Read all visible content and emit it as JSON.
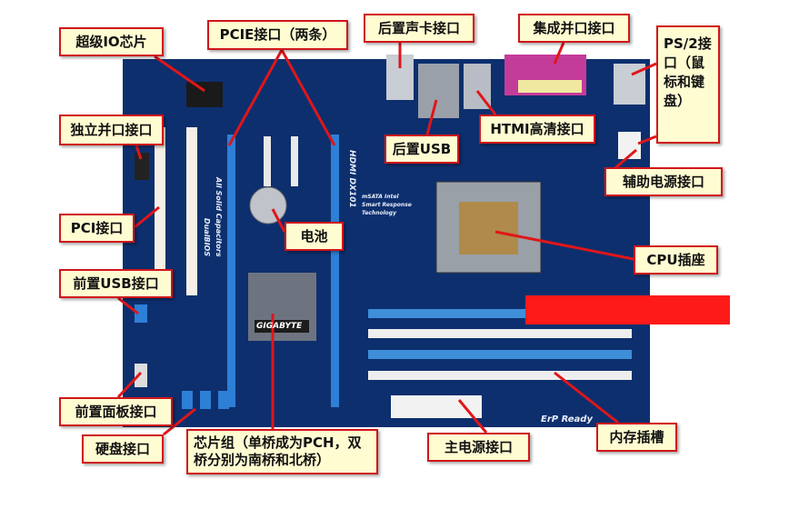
{
  "labels": {
    "super_io": "超级IO芯片",
    "pcie": "PCIE接口（两条）",
    "rear_audio": "后置声卡接口",
    "parallel_integrated": "集成并口接口",
    "ps2": "PS/2接口（鼠标和键盘）",
    "parallel_standalone": "独立并口接口",
    "rear_usb": "后置USB",
    "hdmi": "HTMI高清接口",
    "aux_power": "辅助电源接口",
    "battery": "电池",
    "pci": "PCI接口",
    "cpu_socket": "CPU插座",
    "front_usb": "前置USB接口",
    "front_panel": "前置面板接口",
    "sata": "硬盘接口",
    "chipset": "芯片组（单桥成为PCH，双桥分别为南桥和北桥）",
    "main_power": "主电源接口",
    "memory": "内存插槽"
  },
  "board": {
    "brand": "GIGABYTE",
    "model": "HDMI DX101",
    "caps_text": "All Solid Capacitors",
    "bios_text": "DualBIOS",
    "erp_text": "ErP Ready",
    "msata_text": "mSATA Intel Smart Response Technology"
  },
  "colors": {
    "board": "#0d2f6e",
    "label_bg": "#fffcd2",
    "label_border": "#d0161a",
    "arrow": "#e0161a",
    "redaction": "#ff1a1a"
  }
}
